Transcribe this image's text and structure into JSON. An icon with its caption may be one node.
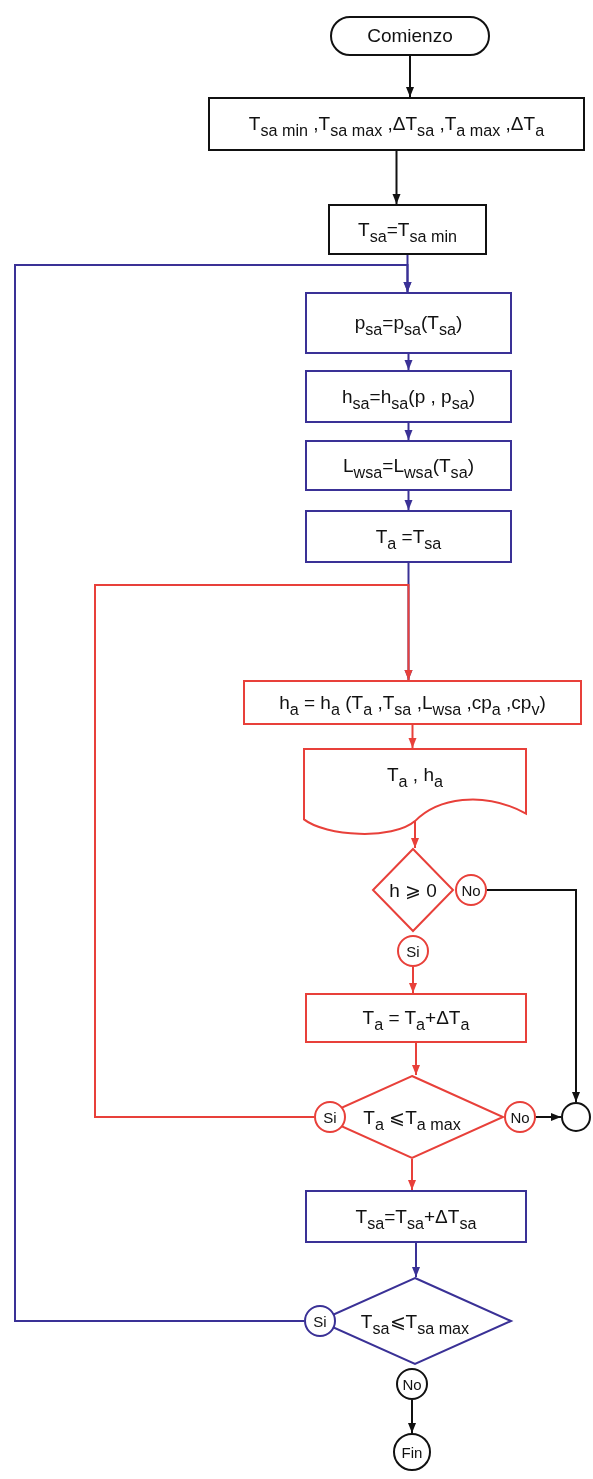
{
  "diagram": {
    "nodes": [
      {
        "text": [
          "Comienzo"
        ]
      },
      {
        "text": [
          "T$_{sa min}$ ,T$_{sa max}$ ,ΔT$_{sa}$ ,T$_{a max}$ ,ΔT$_{a}$"
        ]
      },
      {
        "text": [
          "T$_{sa}$=T$_{sa min}$"
        ]
      },
      {
        "text": [
          "p$_{sa}$=p$_{sa}$(T$_{sa}$)"
        ]
      },
      {
        "text": [
          "h$_{sa}$=h$_{sa}$(p , p$_{sa}$)"
        ]
      },
      {
        "text": [
          "L$_{wsa}$=L$_{wsa}$(T$_{sa}$)"
        ]
      },
      {
        "text": [
          "T$_{a}$ =T$_{sa}$"
        ]
      },
      {
        "text": [
          "h$_{a}$ = h$_{a}$ (T$_{a}$ ,T$_{sa}$ ,L$_{wsa}$ ,cp$_{a}$ ,cp$_{v}$)"
        ]
      },
      {
        "text": [
          "T$_{a}$ , h$_{a}$"
        ]
      },
      {
        "text": [
          "h ⩾ 0"
        ]
      },
      {
        "text": [
          "No"
        ]
      },
      {
        "text": [
          "Si"
        ]
      },
      {
        "text": [
          "T$_{a}$ = T$_{a}$+ΔT$_{a}$"
        ]
      },
      {
        "text": [
          "T$_{a}$ ⩽T$_{a max}$"
        ]
      },
      {
        "text": [
          "Si"
        ]
      },
      {
        "text": [
          "No"
        ]
      },
      {
        "text": [],
        "shape": "circle"
      },
      {
        "text": [
          "T$_{sa}$=T$_{sa}$+ΔT$_{sa}$"
        ]
      },
      {
        "text": [
          "T$_{sa}$⩽T$_{sa max}$"
        ]
      },
      {
        "text": [
          "Si"
        ]
      },
      {
        "text": [
          "No"
        ]
      },
      {
        "text": [
          "Fin"
        ]
      }
    ],
    "edges": [
      {
        "from": 0,
        "to": 1,
        "arrow": "to",
        "color": "#111111"
      },
      {
        "from": 1,
        "to": 2,
        "arrow": "to",
        "color": "#111111"
      },
      {
        "from": 2,
        "to": 3,
        "arrow": "to"
      },
      {
        "from": 3,
        "to": 4,
        "arrow": "to"
      },
      {
        "from": 4,
        "to": 5,
        "arrow": "to"
      },
      {
        "from": 5,
        "to": 6,
        "arrow": "to"
      },
      {
        "from": 6,
        "to": 7,
        "arrow": "to"
      },
      {
        "from": 7,
        "to": 8,
        "arrow": "to",
        "color": "#e8403a"
      },
      {
        "from": 8,
        "to": 9,
        "arrow": "to",
        "color": "#e8403a"
      },
      {
        "from": 10,
        "to": 16,
        "arrow": "to",
        "color": "#111111"
      },
      {
        "from": 11,
        "to": 12,
        "arrow": "to",
        "color": "#e8403a"
      },
      {
        "from": 12,
        "to": 13,
        "arrow": "to",
        "color": "#e8403a"
      },
      {
        "from": 15,
        "to": 16,
        "arrow": "to",
        "color": "#111111"
      },
      {
        "from": 13,
        "to": 17,
        "arrow": "to",
        "color": "#e8403a"
      },
      {
        "from": 17,
        "to": 18,
        "arrow": "to"
      },
      {
        "from": 19,
        "to": 3,
        "arrow": "to"
      },
      {
        "from": 20,
        "to": 21,
        "arrow": "to",
        "color": "#111111"
      },
      {
        "from": 14,
        "to": 7,
        "arrow": "to",
        "color": "#e8403a"
      }
    ]
  }
}
